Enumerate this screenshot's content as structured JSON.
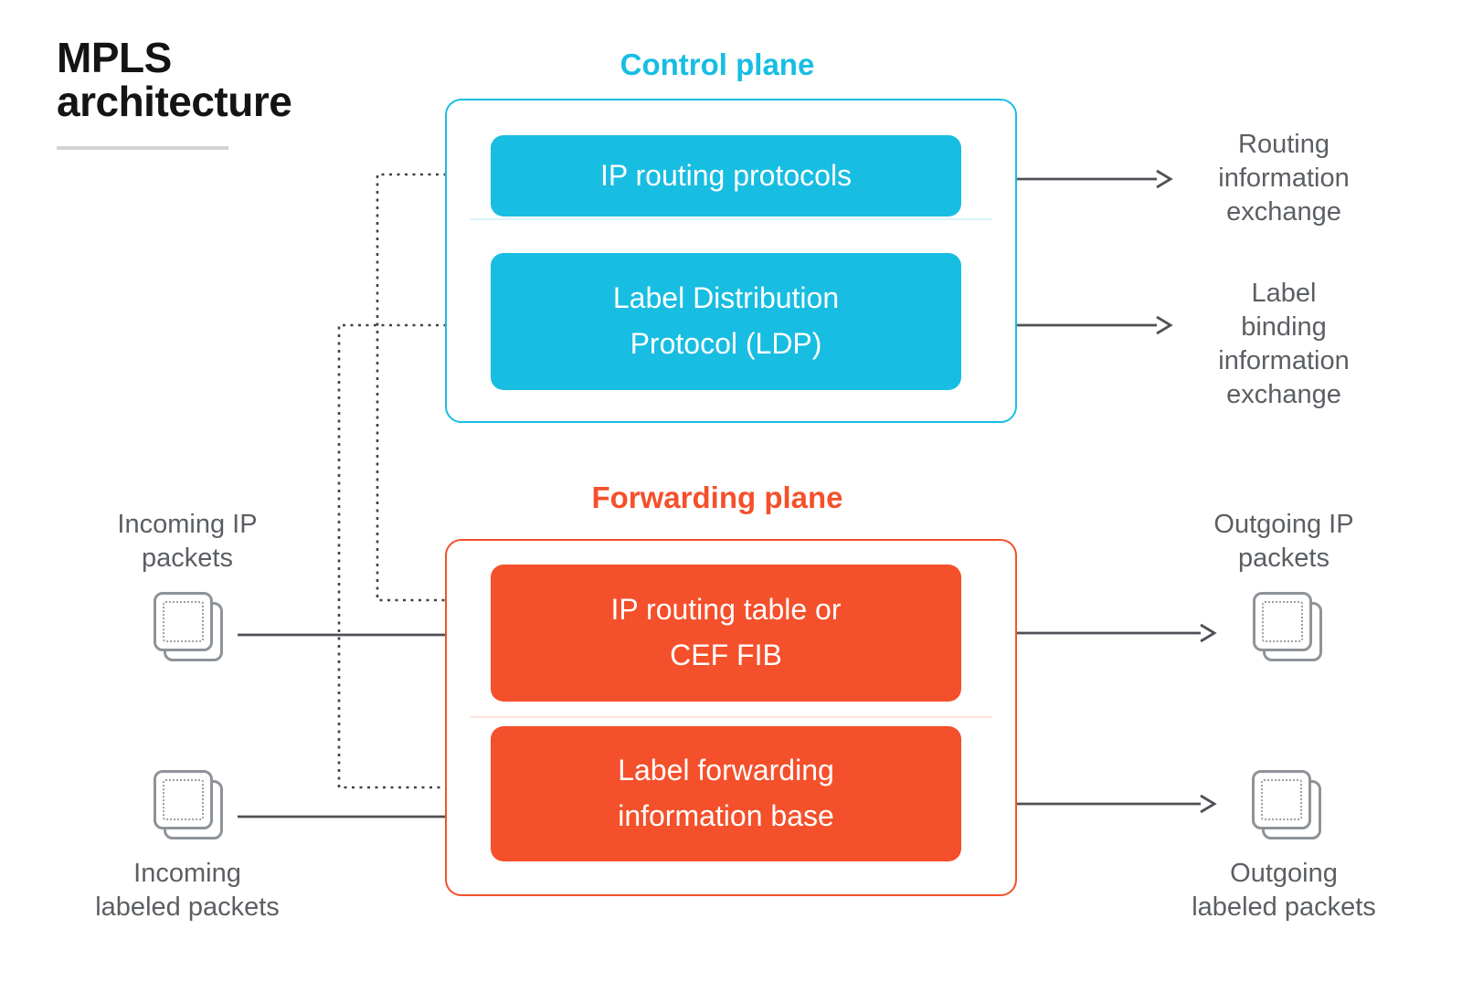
{
  "title": {
    "text": "MPLS architecture",
    "lines": [
      "MPLS",
      "architecture"
    ]
  },
  "control_plane": {
    "label": "Control plane",
    "boxes": [
      {
        "label": "IP routing protocols",
        "lines": [
          "IP routing protocols",
          ""
        ]
      },
      {
        "label": "Label Distribution Protocol (LDP)",
        "lines": [
          "Label Distribution",
          "Protocol (LDP)"
        ]
      }
    ]
  },
  "forwarding_plane": {
    "label": "Forwarding plane",
    "boxes": [
      {
        "label": "IP routing table or CEF FIB",
        "lines": [
          "IP routing table or",
          "CEF FIB"
        ]
      },
      {
        "label": "Label forwarding information base",
        "lines": [
          "Label forwarding",
          "information base"
        ]
      }
    ]
  },
  "left_labels": [
    {
      "id": "incoming-ip-packets",
      "text": "Incoming IP packets",
      "lines": [
        "Incoming IP",
        "packets"
      ],
      "icon": "packet-icon"
    },
    {
      "id": "incoming-labeled-packets",
      "text": "Incoming labeled packets",
      "lines": [
        "Incoming",
        "labeled packets"
      ],
      "icon": "packet-icon"
    }
  ],
  "right_labels": [
    {
      "id": "routing-information-exchange",
      "text": "Routing information exchange",
      "lines": [
        "Routing",
        "information",
        "exchange"
      ]
    },
    {
      "id": "label-binding-information-exchange",
      "text": "Label binding information exchange",
      "lines": [
        "Label",
        "binding",
        "information",
        "exchange"
      ]
    },
    {
      "id": "outgoing-ip-packets",
      "text": "Outgoing IP packets",
      "lines": [
        "Outgoing IP",
        "packets"
      ],
      "icon": "packet-icon"
    },
    {
      "id": "outgoing-labeled-packets",
      "text": "Outgoing labeled packets",
      "lines": [
        "Outgoing",
        "labeled packets"
      ],
      "icon": "packet-icon"
    }
  ],
  "connections": [
    {
      "from": "IP routing protocols",
      "to": "IP routing table or CEF FIB",
      "style": "dotted",
      "note": "arrowheads into both boxes"
    },
    {
      "from": "Label Distribution Protocol (LDP)",
      "to": "Label forwarding information base",
      "style": "dotted",
      "note": "arrowheads into both boxes"
    },
    {
      "from": "IP routing protocols",
      "to": "Routing information exchange",
      "style": "solid"
    },
    {
      "from": "Label Distribution Protocol (LDP)",
      "to": "Label binding information exchange",
      "style": "solid"
    },
    {
      "from": "Incoming IP packets",
      "to": "IP routing table or CEF FIB",
      "style": "solid"
    },
    {
      "from": "Incoming labeled packets",
      "to": "Label forwarding information base",
      "style": "solid"
    },
    {
      "from": "IP routing table or CEF FIB",
      "to": "Outgoing IP packets",
      "style": "solid"
    },
    {
      "from": "Label forwarding information base",
      "to": "Outgoing labeled packets",
      "style": "solid"
    }
  ],
  "colors": {
    "cyan": "#18bde2",
    "orange": "#f4502b",
    "label_gray": "#5b5f63",
    "arrow_gray": "#4d5156",
    "dotted_gray": "#3f4245",
    "icon_gray": "#8e9398",
    "title_black": "#141414",
    "title_rule_gray": "#d2d2d2",
    "background": "#ffffff"
  }
}
